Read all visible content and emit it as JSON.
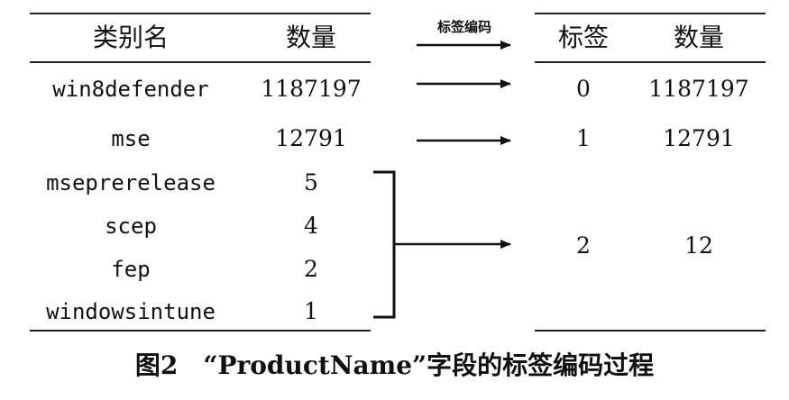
{
  "left_table": {
    "headers": {
      "name": "类别名",
      "count": "数量"
    },
    "rows": [
      {
        "name": "win8defender",
        "count": "1187197"
      },
      {
        "name": "mse",
        "count": "12791"
      },
      {
        "name": "mseprerelease",
        "count": "5"
      },
      {
        "name": "scep",
        "count": "4"
      },
      {
        "name": "fep",
        "count": "2"
      },
      {
        "name": "windowsintune",
        "count": "1"
      }
    ]
  },
  "arrow_label": "标签编码",
  "right_table": {
    "headers": {
      "label": "标签",
      "count": "数量"
    },
    "rows": [
      {
        "label": "0",
        "count": "1187197"
      },
      {
        "label": "1",
        "count": "12791"
      },
      {
        "label": "2",
        "count": "12"
      }
    ]
  },
  "caption": "图2　“ProductName”字段的标签编码过程"
}
